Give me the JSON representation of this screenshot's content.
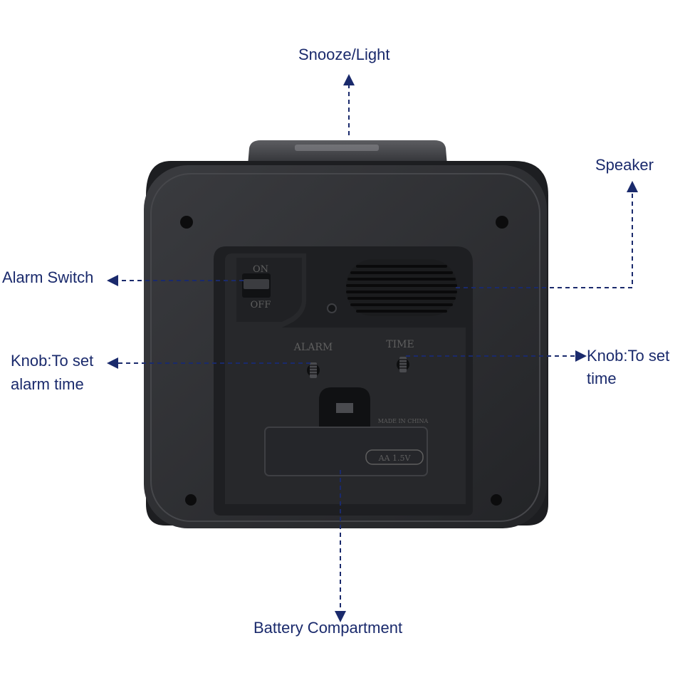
{
  "callouts": {
    "snooze_light": "Snooze/Light",
    "speaker": "Speaker",
    "alarm_switch": "Alarm Switch",
    "alarm_knob_line1": "Knob:To set",
    "alarm_knob_line2": "alarm time",
    "time_knob_line1": "Knob:To set",
    "time_knob_line2": "time",
    "battery": "Battery Compartment"
  },
  "device": {
    "switch_on": "ON",
    "switch_off": "OFF",
    "knob_alarm": "ALARM",
    "knob_time": "TIME",
    "origin": "MADE IN CHINA",
    "battery_spec": "AA 1.5V"
  },
  "colors": {
    "callout_text": "#1a2a6c",
    "leader_line": "#1a2a6c",
    "device_body": "#2b2c2f"
  }
}
